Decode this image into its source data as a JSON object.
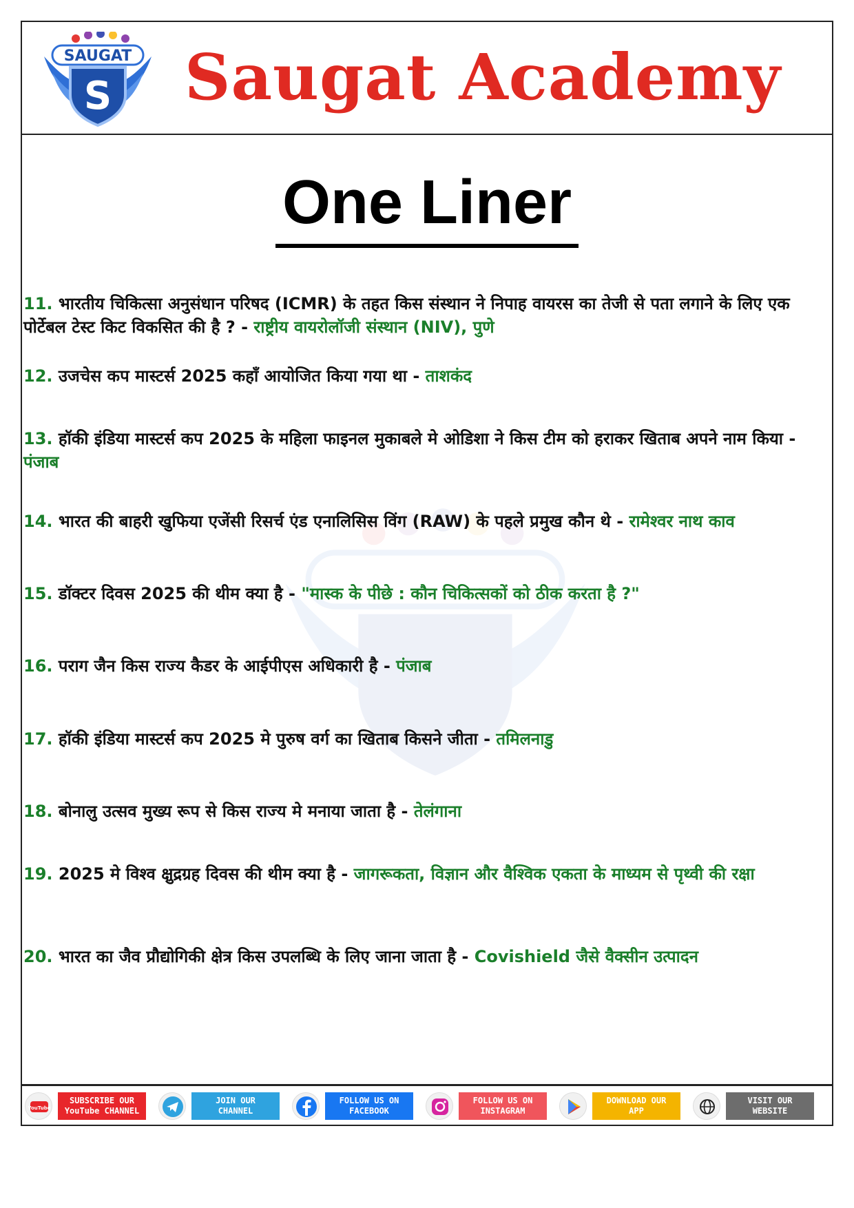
{
  "header": {
    "brand": "Saugat Academy",
    "logo_text": "SAUGAT",
    "logo_letter": "S"
  },
  "title": "One Liner",
  "qa": [
    {
      "num": "11.",
      "question": " भारतीय चिकित्सा अनुसंधान परिषद (ICMR) के तहत किस संस्थान ने निपाह वायरस का तेजी से पता लगाने के लिए एक पोर्टेबल टेस्ट किट विकसित की है ? - ",
      "answer": "राष्ट्रीय वायरोलॉजी संस्थान (NIV), पुणे"
    },
    {
      "num": "12.",
      "question": " उजचेस कप मास्टर्स 2025 कहाँ आयोजित किया गया था - ",
      "answer": "ताशकंद"
    },
    {
      "num": "13.",
      "question": " हॉकी इंडिया मास्टर्स कप 2025 के महिला फाइनल मुकाबले मे ओडिशा ने किस टीम को हराकर खिताब अपने नाम किया - ",
      "answer": "पंजाब"
    },
    {
      "num": "14.",
      "question": " भारत की बाहरी खुफिया एजेंसी रिसर्च एंड एनालिसिस विंग (RAW) के पहले प्रमुख कौन थे - ",
      "answer": "रामेश्वर नाथ काव"
    },
    {
      "num": "15.",
      "question": " डॉक्टर दिवस 2025 की थीम क्या है - ",
      "answer": "\"मास्क के पीछे : कौन चिकित्सकों को ठीक करता है ?\""
    },
    {
      "num": "16.",
      "question": " पराग जैन किस राज्य कैडर के आईपीएस अधिकारी है - ",
      "answer": "पंजाब"
    },
    {
      "num": "17.",
      "question": " हॉकी इंडिया मास्टर्स कप 2025 मे पुरुष वर्ग का खिताब किसने जीता - ",
      "answer": "तमिलनाडु"
    },
    {
      "num": "18.",
      "question": " बोनालु उत्सव मुख्य रूप से किस राज्य मे मनाया जाता है - ",
      "answer": "तेलंगाना"
    },
    {
      "num": "19.",
      "question": " 2025 मे विश्व क्षुद्रग्रह दिवस की थीम क्या है - ",
      "answer": "जागरूकता, विज्ञान और वैश्विक एकता के माध्यम से पृथ्वी की रक्षा"
    },
    {
      "num": "20.",
      "question": " भारत का जैव प्रौद्योगिकी क्षेत्र किस उपलब्धि के लिए जाना जाता है - ",
      "answer": "Covishield जैसे वैक्सीन उत्पादन"
    }
  ],
  "footer": [
    {
      "icon": "youtube-icon",
      "icon_text": "YouTube",
      "label": "SUBSCRIBE OUR\nYouTube CHANNEL",
      "color": "#e8262b"
    },
    {
      "icon": "telegram-icon",
      "label": "JOIN OUR\nCHANNEL",
      "color": "#2fa3df"
    },
    {
      "icon": "facebook-icon",
      "label": "FOLLOW US ON\nFACEBOOK",
      "color": "#1877f2"
    },
    {
      "icon": "instagram-icon",
      "label": "FOLLOW US ON\nINSTAGRAM",
      "color": "#f0555c"
    },
    {
      "icon": "play-store-icon",
      "label": "DOWNLOAD OUR\nAPP",
      "color": "#f4b400"
    },
    {
      "icon": "globe-icon",
      "label": "VISIT OUR\nWEBSITE",
      "color": "#6d6d6d"
    }
  ],
  "colors": {
    "brand": "#e02a22",
    "answer": "#1a7f2a",
    "text": "#111111"
  }
}
